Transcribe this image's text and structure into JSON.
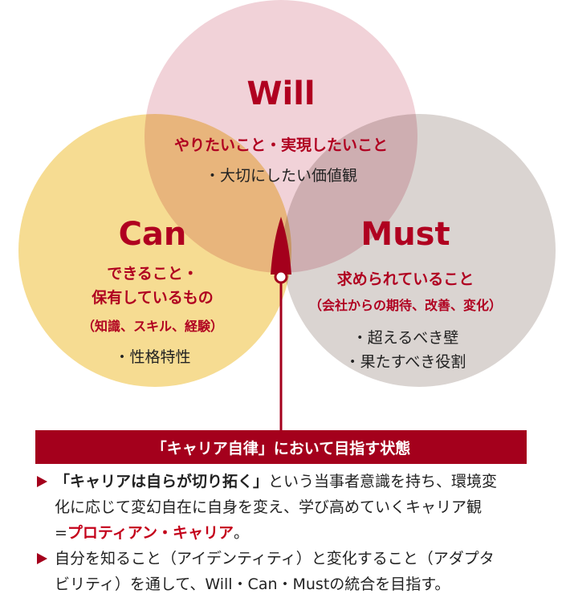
{
  "colors": {
    "will": "#f1d2d8",
    "can": "#f6dc92",
    "must": "#dad4d1",
    "accent": "#a4001c"
  },
  "will": {
    "title": "Will",
    "subtitle": "やりたいこと・実現したいこと",
    "items": [
      "・大切にしたい価値観"
    ]
  },
  "can": {
    "title": "Can",
    "subtitle_lines": [
      "できること・",
      "保有しているもの"
    ],
    "note": "（知識、スキル、経験）",
    "items": [
      "・性格特性"
    ]
  },
  "must": {
    "title": "Must",
    "subtitle": "求められていること",
    "note": "（会社からの期待、改善、変化）",
    "items": [
      "・超えるべき壁",
      "・果たすべき役割"
    ]
  },
  "banner": {
    "text": "「キャリア自律」において目指す状態"
  },
  "bullets": [
    {
      "lines": [
        [
          {
            "text": "「キャリアは自らが切り拓く」",
            "style": "strong"
          },
          {
            "text": "という当事者意識を持ち、環境変",
            "style": "normal"
          }
        ],
        [
          {
            "text": "化に応じて変幻自在に自身を変え、学び高めていくキャリア観",
            "style": "normal"
          }
        ],
        [
          {
            "text": "=",
            "style": "normal"
          },
          {
            "text": "プロティアン・キャリア",
            "style": "accent"
          },
          {
            "text": "。",
            "style": "normal"
          }
        ]
      ]
    },
    {
      "lines": [
        [
          {
            "text": "自分を知ること（アイデンティティ）と変化すること（アダプタ",
            "style": "normal"
          }
        ],
        [
          {
            "text": "ビリティ）を通して、Will・Can・Mustの統合を目指す。",
            "style": "normal"
          }
        ]
      ]
    }
  ]
}
